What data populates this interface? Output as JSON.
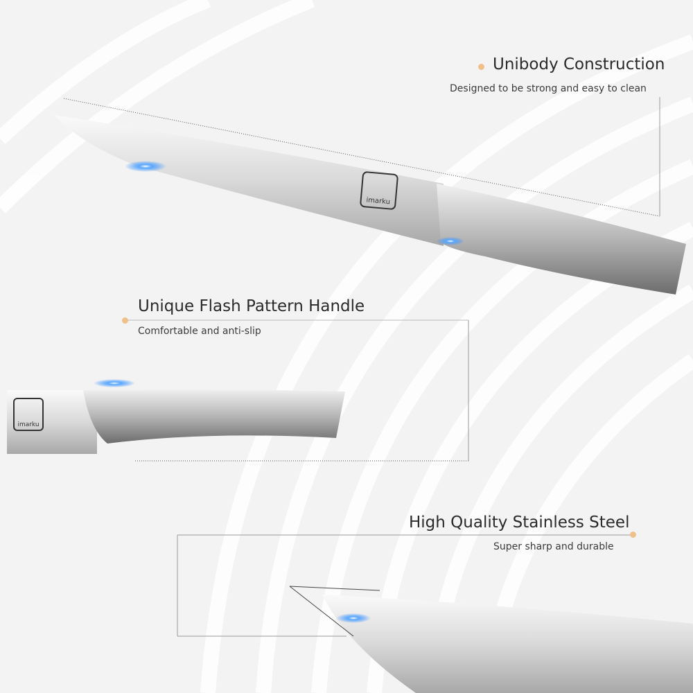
{
  "brand": {
    "logo_text": "imarku"
  },
  "features": [
    {
      "title": "Unibody Construction",
      "subtitle": "Designed to be strong and easy to clean"
    },
    {
      "title": "Unique Flash Pattern Handle",
      "subtitle": "Comfortable and anti-slip"
    },
    {
      "title": "High Quality Stainless Steel",
      "subtitle": "Super sharp and durable"
    }
  ],
  "colors": {
    "accent_dot": "#f0c08a",
    "glow": "#2f8cff",
    "background": "#f3f3f3"
  }
}
